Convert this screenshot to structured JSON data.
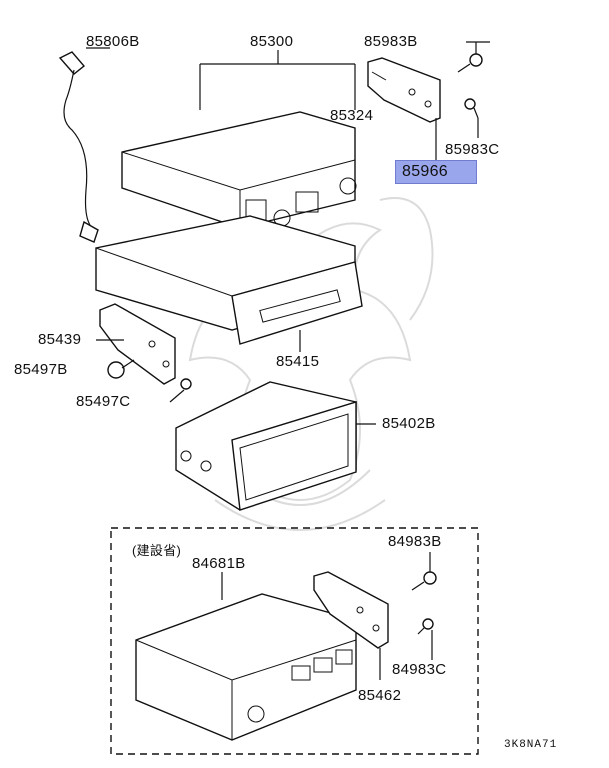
{
  "diagram": {
    "highlighted_part": "85966",
    "footer_code": "3K8NA71",
    "group_note": "(建設省)",
    "labels": {
      "p85806B": "85806B",
      "p85300": "85300",
      "p85983B_top": "85983B",
      "p85324": "85324",
      "p85983C_top": "85983C",
      "p85966": "85966",
      "p85439": "85439",
      "p85497B": "85497B",
      "p85497C": "85497C",
      "p85415": "85415",
      "p85402B": "85402B",
      "p84681B": "84681B",
      "p84983B": "84983B",
      "p84983C": "84983C",
      "p85462": "85462"
    }
  }
}
